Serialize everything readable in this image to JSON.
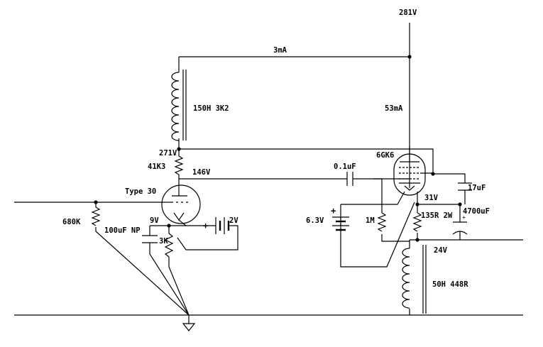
{
  "labels": {
    "supply_voltage": "281V",
    "tube1_plate_current": "3mA",
    "choke1": "150H 3K2",
    "tube2_plate_current": "53mA",
    "node_271": "271V",
    "plate_resistor": "41K3",
    "tube1_plate_voltage": "146V",
    "tube1_type": "Type 30",
    "grid_resistor": "680K",
    "bypass_cap": "100uF NP",
    "cathode_voltage": "9V",
    "cathode_resistor": "3K",
    "bias_battery": "2V",
    "coupling_cap": "0.1uF",
    "tube2_type": "6GK6",
    "filament_battery": "6.3V",
    "grid_leak": "1M",
    "screen_voltage": "31V",
    "screen_cap": "17uF",
    "cathode_resistor2": "135R 2W",
    "filter_cap": "4700uF",
    "tube2_cathode_voltage": "24V",
    "choke2": "50H 448R"
  }
}
